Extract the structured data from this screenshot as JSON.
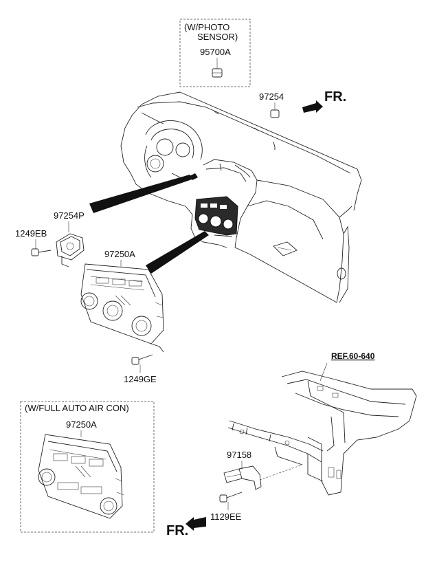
{
  "boxes": {
    "photo_sensor": {
      "title_line1": "(W/PHOTO",
      "title_line2": "SENSOR)",
      "part": "95700A"
    },
    "full_auto": {
      "title": "(W/FULL AUTO AIR CON)",
      "part": "97250A"
    }
  },
  "labels": {
    "sensor_97254": "97254",
    "fr_top": "FR.",
    "part_97254P": "97254P",
    "part_1249EB": "1249EB",
    "part_97250A": "97250A",
    "part_1249GE": "1249GE",
    "ref": "REF.60-640",
    "part_97158": "97158",
    "part_1129EE": "1129EE",
    "fr_bottom": "FR."
  }
}
